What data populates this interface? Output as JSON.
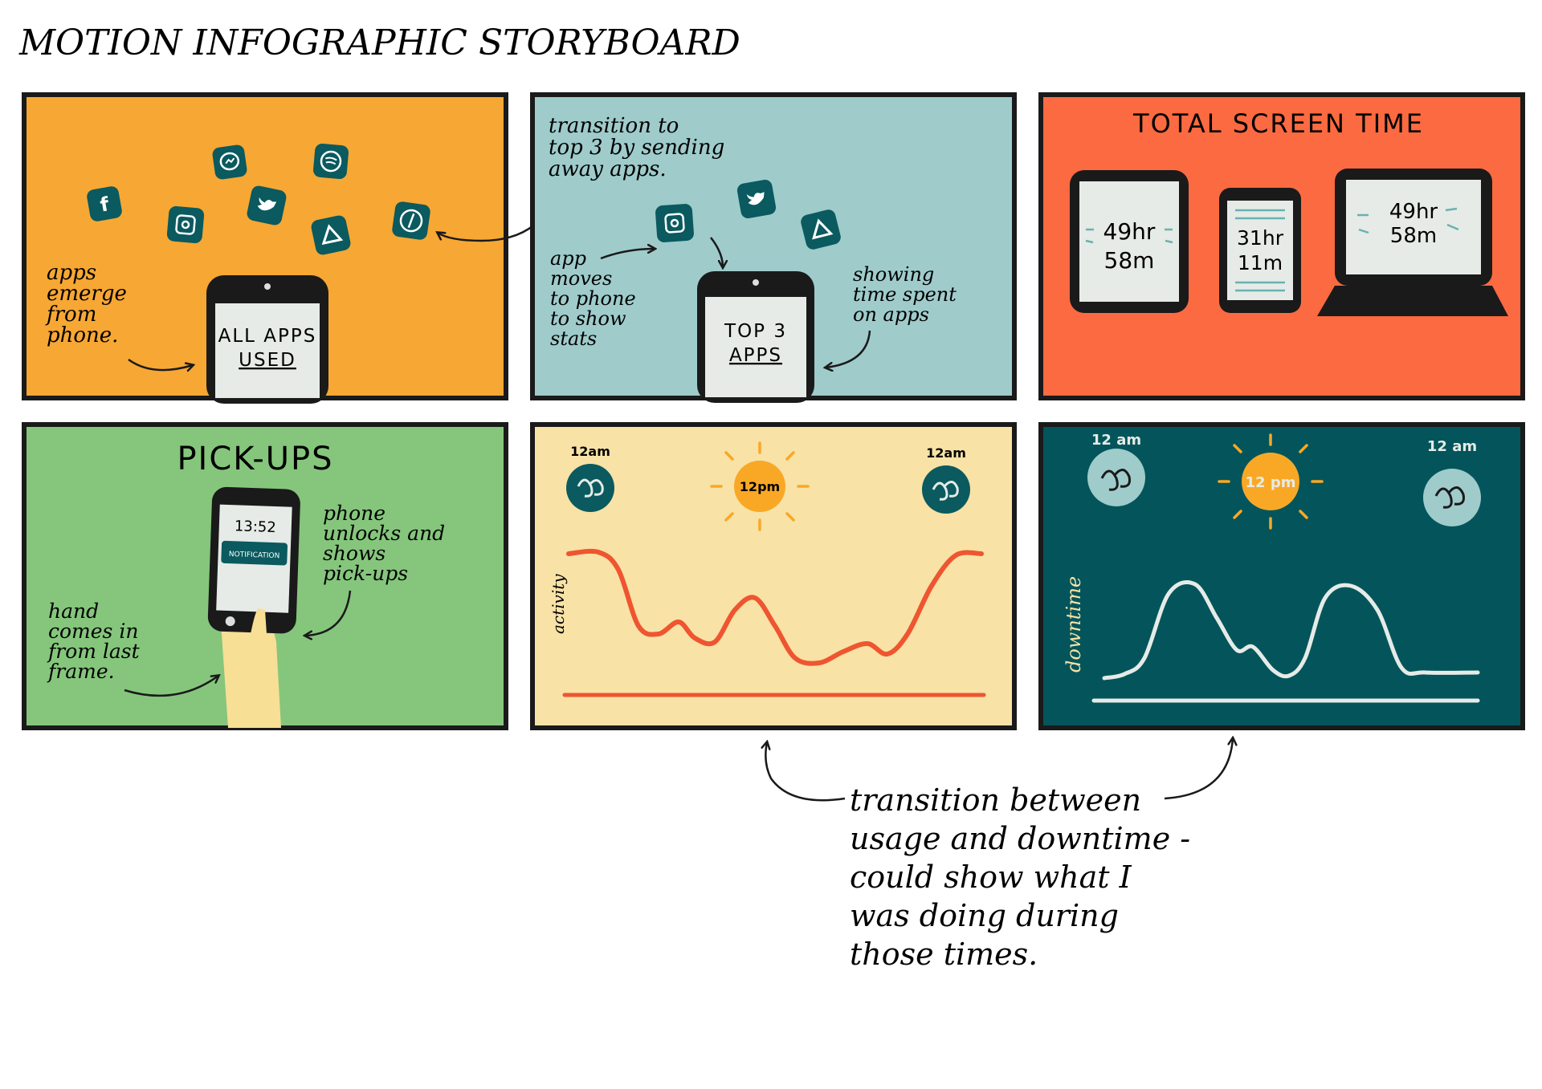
{
  "title": "MOTION INFOGRAPHIC STORYBOARD",
  "colors": {
    "orange": "#f7a733",
    "teal_light": "#9fcbcb",
    "red_orange": "#fb6a41",
    "green": "#85c67c",
    "cream": "#f8e2a6",
    "dark_teal": "#03555b",
    "icon_teal": "#0a5a5f",
    "line_red": "#ee5530",
    "sun": "#f9a826",
    "screen": "#e6ebe7",
    "skin": "#f7df95",
    "ink": "#1a1a1a"
  },
  "panel1": {
    "screen_line1": "ALL APPS",
    "screen_line2": "USED",
    "note": [
      "apps",
      "emerge",
      "from",
      "phone."
    ],
    "icons": [
      "facebook-icon",
      "instagram-icon",
      "messenger-icon",
      "twitter-icon",
      "google-drive-icon",
      "spotify-icon",
      "safari-icon"
    ]
  },
  "panel2": {
    "note_top": [
      "transition to",
      "top 3 by sending",
      "away apps."
    ],
    "note_left": [
      "app",
      "moves",
      "to phone",
      "to show",
      "stats"
    ],
    "note_right": [
      "showing",
      "time spent",
      "on apps"
    ],
    "screen_line1": "TOP 3",
    "screen_line2": "APPS",
    "icons": [
      "instagram-icon",
      "twitter-icon",
      "google-drive-icon"
    ]
  },
  "panel3": {
    "title": "TOTAL SCREEN TIME",
    "tablet_line1": "49hr",
    "tablet_line2": "58m",
    "phone_line1": "31hr",
    "phone_line2": "11m",
    "laptop_line1": "49hr",
    "laptop_line2": "58m"
  },
  "panel4": {
    "title": "PICK-UPS",
    "clock": "13:52",
    "notification": "NOTIFICATION",
    "note_right": [
      "phone",
      "unlocks and",
      "shows",
      "pick-ups"
    ],
    "note_left": [
      "hand",
      "comes in",
      "from last",
      "frame."
    ]
  },
  "panel5": {
    "left_time": "12am",
    "mid_time": "12pm",
    "right_time": "12am",
    "axis_label": "activity"
  },
  "panel6": {
    "left_time": "12 am",
    "mid_time": "12 pm",
    "right_time": "12 am",
    "axis_label": "downtime"
  },
  "bottom_note": [
    "transition between",
    "usage and downtime -",
    "could show what I",
    "was doing during",
    "those times."
  ]
}
